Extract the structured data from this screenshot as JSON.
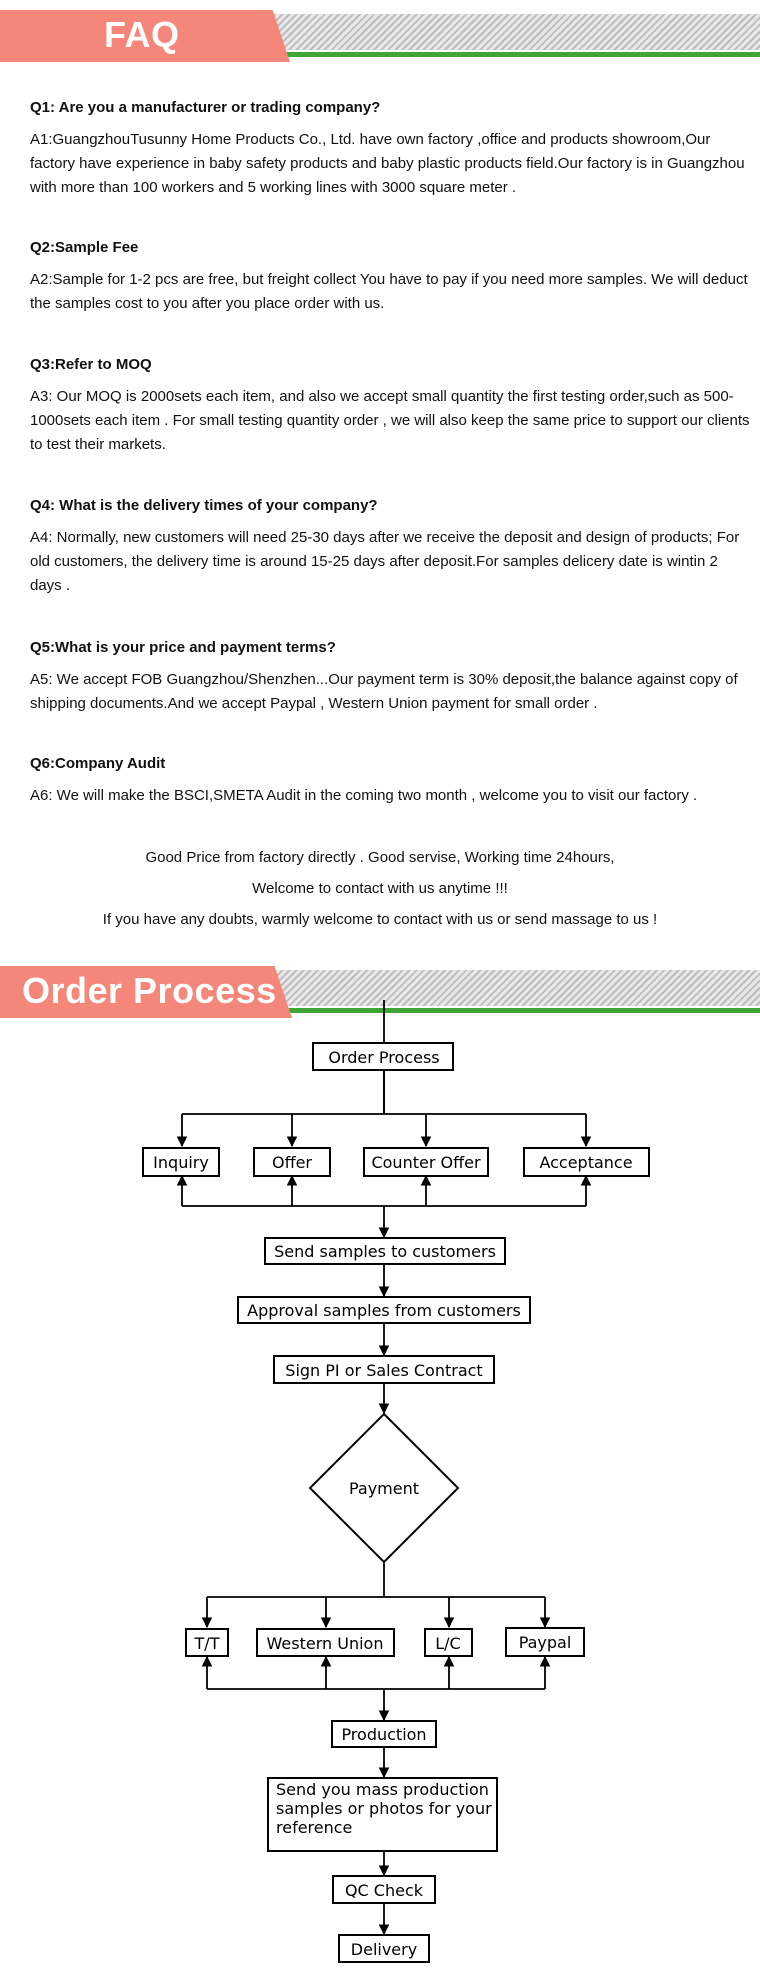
{
  "faq_banner": {
    "title": "FAQ"
  },
  "faq": [
    {
      "q": "Q1: Are you a manufacturer or trading company?",
      "a": "A1:GuangzhouTusunny Home Products Co., Ltd. have own factory ,office and products showroom,Our factory have experience in baby safety products and baby plastic products field.Our factory is in Guangzhou with more than 100 workers and 5 working lines with 3000 square meter ."
    },
    {
      "q": "Q2:Sample Fee",
      "a": "A2:Sample for 1-2 pcs are free, but freight collect You have to pay if you need more samples. We will deduct the samples cost to you after you place order with us."
    },
    {
      "q": "Q3:Refer to MOQ",
      "a": "A3: Our MOQ is 2000sets each item, and also we accept small quantity the first testing order,such as 500-1000sets each item . For small testing quantity order , we will also keep the same price to support our clients to test their markets."
    },
    {
      "q": "Q4: What is the delivery times of your company?",
      "a": "A4: Normally, new customers will need 25-30 days after we receive the deposit and design of products; For old customers, the delivery time is around 15-25 days after deposit.For samples delicery date is wintin 2 days ."
    },
    {
      "q": "Q5:What is your price and payment terms?",
      "a": "A5: We accept FOB Guangzhou/Shenzhen...Our payment term is 30% deposit,the balance against copy of shipping documents.And we accept Paypal , Western Union payment for small order ."
    },
    {
      "q": "Q6:Company Audit",
      "a": "A6: We will make the BSCI,SMETA Audit in the coming two month , welcome you to visit our factory ."
    }
  ],
  "closing": {
    "line1": "Good Price from factory directly . Good servise, Working time 24hours,",
    "line2": "Welcome to contact with us anytime !!!",
    "line3": "If you have any doubts, warmly welcome to contact with us or send massage to us !"
  },
  "process_banner": {
    "title": "Order Process"
  },
  "flow": {
    "header": "Order Process",
    "stage1": [
      "Inquiry",
      "Offer",
      "Counter Offer",
      "Acceptance"
    ],
    "send_samples": "Send samples to customers",
    "approval": "Approval samples from customers",
    "sign": "Sign PI or Sales Contract",
    "payment": "Payment",
    "payment_methods": [
      "T/T",
      "Western Union",
      "L/C",
      "Paypal"
    ],
    "production": "Production",
    "mass_samples": [
      "Send you mass production",
      "samples or photos for your",
      "reference"
    ],
    "qc": "QC Check",
    "delivery": "Delivery"
  },
  "colors": {
    "banner_pink": "#f4877a",
    "banner_green": "#3fa535"
  }
}
